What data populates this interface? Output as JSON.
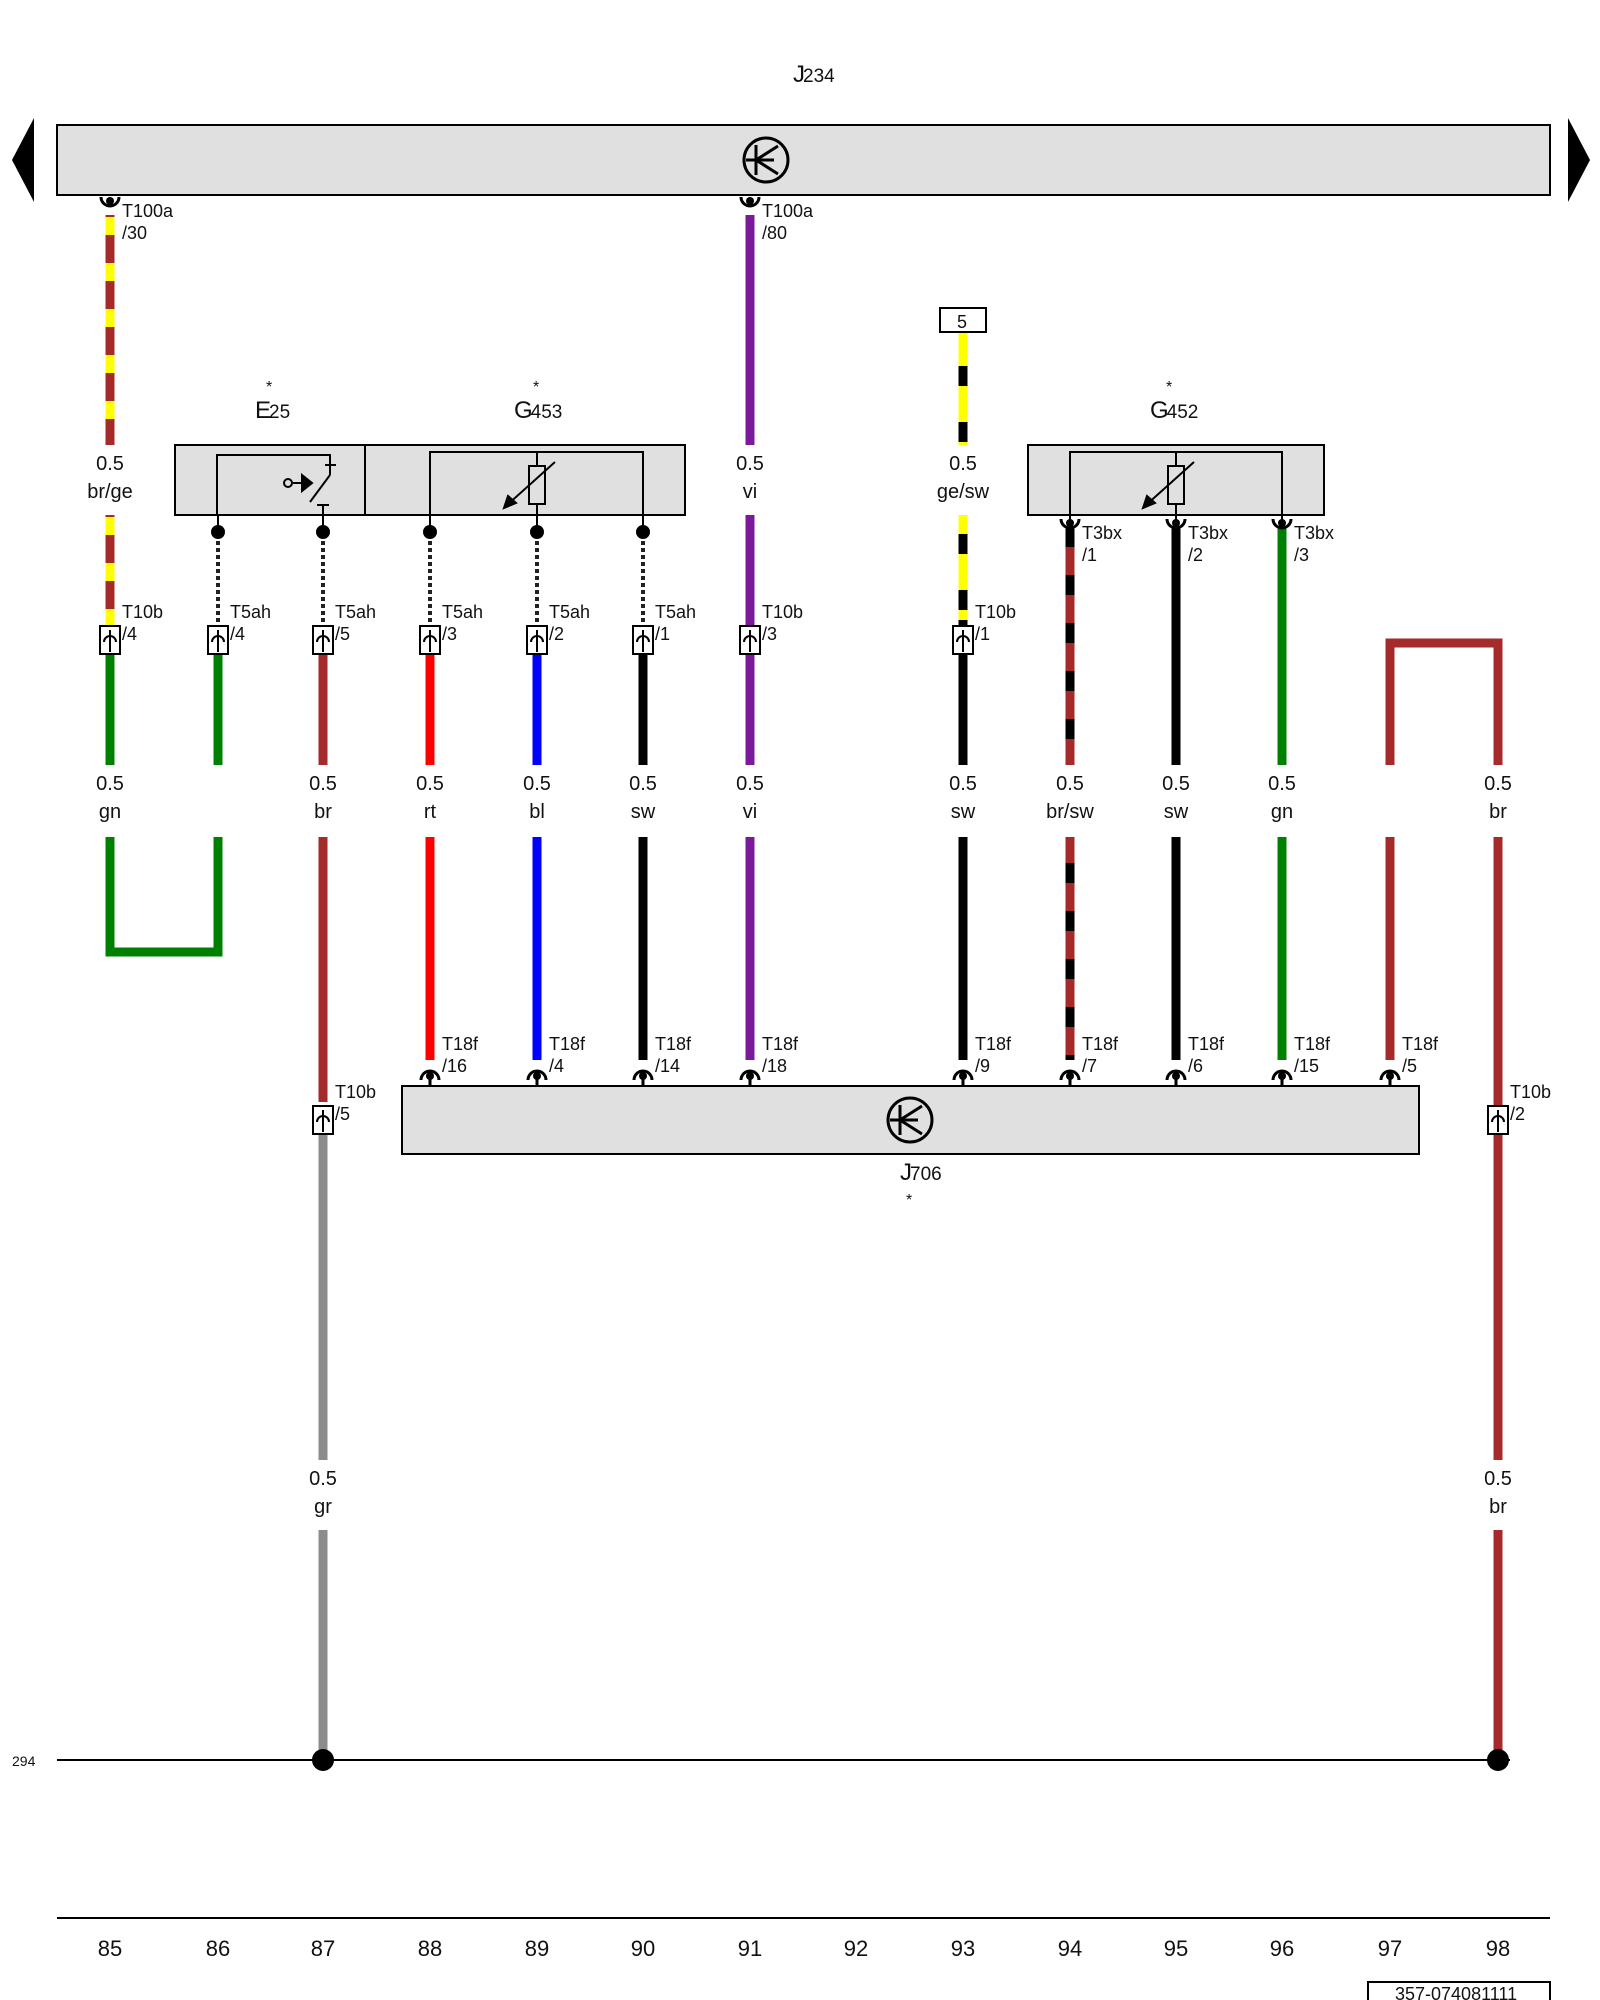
{
  "title": {
    "main": "J",
    "sub": "234"
  },
  "components": {
    "e25": {
      "main": "E",
      "sub": "25",
      "star": "*"
    },
    "g453": {
      "main": "G",
      "sub": "453",
      "star": "*"
    },
    "g452": {
      "main": "G",
      "sub": "452",
      "star": "*"
    },
    "j706": {
      "main": "J",
      "sub": "706",
      "star": "*"
    }
  },
  "reference": {
    "box_number": "5",
    "ground_ref": "294"
  },
  "wire_labels": [
    {
      "id": "w85top",
      "size": "0.5",
      "color": "br/ge"
    },
    {
      "id": "w91top",
      "size": "0.5",
      "color": "vi"
    },
    {
      "id": "w93top",
      "size": "0.5",
      "color": "ge/sw"
    },
    {
      "id": "w85",
      "size": "0.5",
      "color": "gn"
    },
    {
      "id": "w87",
      "size": "0.5",
      "color": "br"
    },
    {
      "id": "w88",
      "size": "0.5",
      "color": "rt"
    },
    {
      "id": "w89",
      "size": "0.5",
      "color": "bl"
    },
    {
      "id": "w90",
      "size": "0.5",
      "color": "sw"
    },
    {
      "id": "w91",
      "size": "0.5",
      "color": "vi"
    },
    {
      "id": "w93",
      "size": "0.5",
      "color": "sw"
    },
    {
      "id": "w94",
      "size": "0.5",
      "color": "br/sw"
    },
    {
      "id": "w95",
      "size": "0.5",
      "color": "sw"
    },
    {
      "id": "w96",
      "size": "0.5",
      "color": "gn"
    },
    {
      "id": "w98",
      "size": "0.5",
      "color": "br"
    },
    {
      "id": "w87low",
      "size": "0.5",
      "color": "gr"
    },
    {
      "id": "w98low",
      "size": "0.5",
      "color": "br"
    }
  ],
  "connectors": [
    {
      "id": "c1",
      "name": "T100a",
      "pin": "/30"
    },
    {
      "id": "c2",
      "name": "T100a",
      "pin": "/80"
    },
    {
      "id": "c3",
      "name": "T3bx",
      "pin": "/1"
    },
    {
      "id": "c4",
      "name": "T3bx",
      "pin": "/2"
    },
    {
      "id": "c5",
      "name": "T3bx",
      "pin": "/3"
    },
    {
      "id": "c6",
      "name": "T10b",
      "pin": "/4"
    },
    {
      "id": "c7",
      "name": "T5ah",
      "pin": "/4"
    },
    {
      "id": "c8",
      "name": "T5ah",
      "pin": "/5"
    },
    {
      "id": "c9",
      "name": "T5ah",
      "pin": "/3"
    },
    {
      "id": "c10",
      "name": "T5ah",
      "pin": "/2"
    },
    {
      "id": "c11",
      "name": "T5ah",
      "pin": "/1"
    },
    {
      "id": "c12",
      "name": "T10b",
      "pin": "/3"
    },
    {
      "id": "c13",
      "name": "T10b",
      "pin": "/1"
    },
    {
      "id": "c14",
      "name": "T18f",
      "pin": "/16"
    },
    {
      "id": "c15",
      "name": "T18f",
      "pin": "/4"
    },
    {
      "id": "c16",
      "name": "T18f",
      "pin": "/14"
    },
    {
      "id": "c17",
      "name": "T18f",
      "pin": "/18"
    },
    {
      "id": "c18",
      "name": "T18f",
      "pin": "/9"
    },
    {
      "id": "c19",
      "name": "T18f",
      "pin": "/7"
    },
    {
      "id": "c20",
      "name": "T18f",
      "pin": "/6"
    },
    {
      "id": "c21",
      "name": "T18f",
      "pin": "/15"
    },
    {
      "id": "c22",
      "name": "T18f",
      "pin": "/5"
    },
    {
      "id": "c23",
      "name": "T10b",
      "pin": "/5"
    },
    {
      "id": "c24",
      "name": "T10b",
      "pin": "/2"
    }
  ],
  "columns": [
    "85",
    "86",
    "87",
    "88",
    "89",
    "90",
    "91",
    "92",
    "93",
    "94",
    "95",
    "96",
    "97",
    "98"
  ],
  "document_number": "357-074081111",
  "wire_colors": {
    "br": "#a52a2a",
    "ge": "#ffff00",
    "gn": "#008000",
    "vi": "#7a1a9a",
    "rt": "#ff0000",
    "bl": "#0000ff",
    "sw": "#000000",
    "gr": "#8c8c8c",
    "box_fill": "#e0e0e0"
  }
}
